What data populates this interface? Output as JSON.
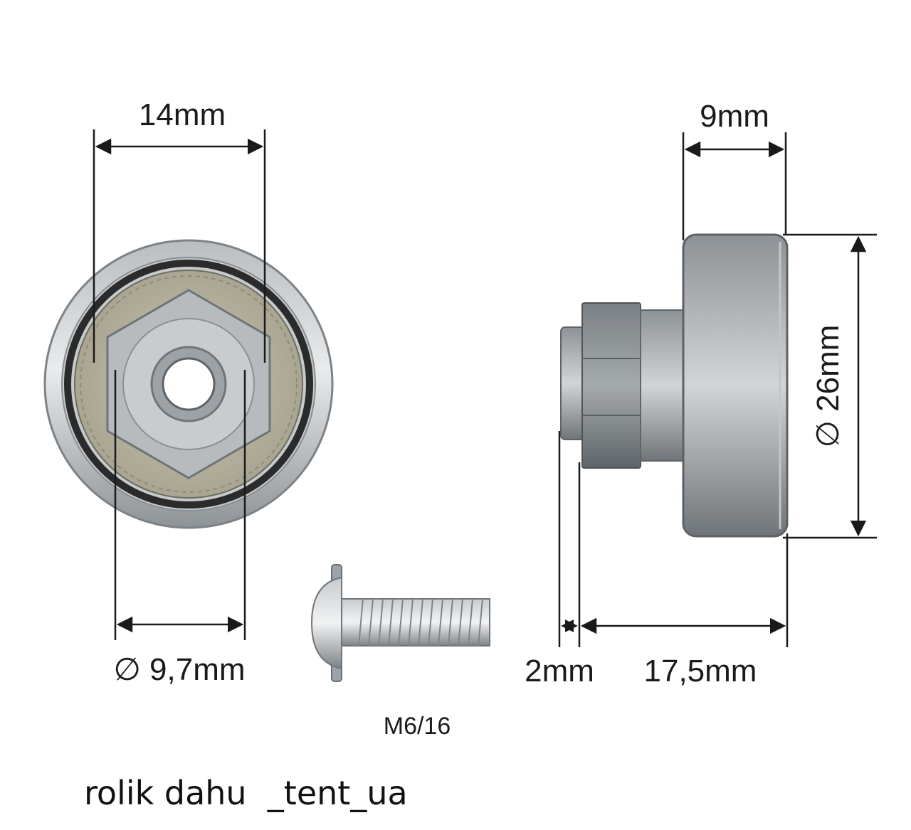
{
  "dimensions": {
    "front_width": "14mm",
    "bore_diameter": "∅ 9,7mm",
    "side_width": "9mm",
    "outer_diameter": "∅ 26mm",
    "shoulder": "2mm",
    "total_length": "17,5mm"
  },
  "bolt": {
    "label": "M6/16"
  },
  "caption": "rolik dahu  _tent_ua",
  "colors": {
    "line": "#1a1a1a",
    "steel_dark": "#6e7377",
    "steel_mid": "#9aa0a4",
    "steel_light": "#d6d9db",
    "brass": "#b7b29a"
  }
}
